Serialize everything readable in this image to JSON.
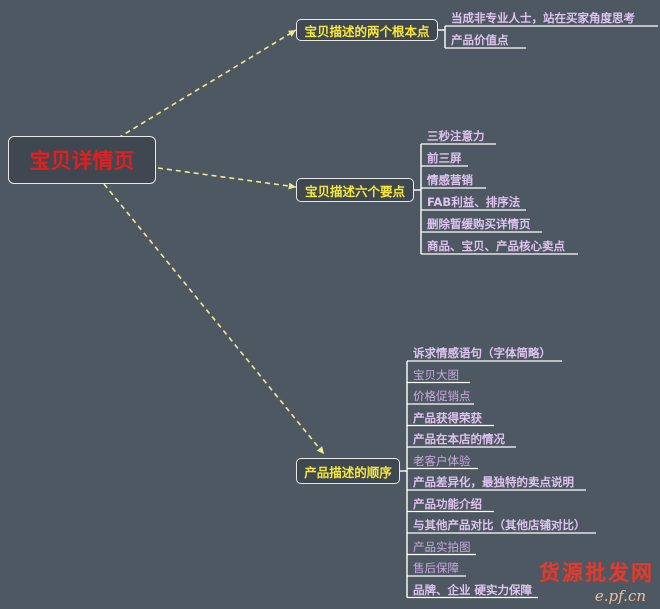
{
  "root": {
    "label": "宝贝详情页"
  },
  "branches": [
    {
      "label": "宝贝描述的两个根本点",
      "leaves": [
        {
          "label": "当成非专业人士，站在买家角度思考",
          "style": "bold"
        },
        {
          "label": "产品价值点",
          "style": "bold"
        }
      ]
    },
    {
      "label": "宝贝描述六个要点",
      "leaves": [
        {
          "label": "三秒注意力",
          "style": "bold"
        },
        {
          "label": "前三屏",
          "style": "bold"
        },
        {
          "label": "情感营销",
          "style": "bold"
        },
        {
          "label": "FAB利益、排序法",
          "style": "bold"
        },
        {
          "label": "删除暂缓购买详情页",
          "style": "bold"
        },
        {
          "label": "商品、宝贝、产品核心卖点",
          "style": "bold"
        }
      ]
    },
    {
      "label": "产品描述的顺序",
      "leaves": [
        {
          "label": "诉求情感语句（字体简略）",
          "style": "bold"
        },
        {
          "label": "宝贝大图",
          "style": "light"
        },
        {
          "label": "价格促销点",
          "style": "light"
        },
        {
          "label": "产品获得荣获",
          "style": "bold"
        },
        {
          "label": "产品在本店的情况",
          "style": "bold"
        },
        {
          "label": "老客户体验",
          "style": "light"
        },
        {
          "label": "产品差异化，最独特的卖点说明",
          "style": "bold"
        },
        {
          "label": "产品功能介绍",
          "style": "bold"
        },
        {
          "label": "与其他产品对比（其他店铺对比）",
          "style": "bold"
        },
        {
          "label": "产品实拍图",
          "style": "light"
        },
        {
          "label": "售后保障",
          "style": "light"
        },
        {
          "label": "品牌、企业 硬实力保障",
          "style": "bold"
        }
      ]
    }
  ],
  "watermark": {
    "text": "货源批发网",
    "url": "e.pf.cn"
  },
  "colors": {
    "background": "#4e5862",
    "connector": "#f0ea8e",
    "branch_text": "#f4e63a",
    "root_text": "#e02020",
    "leaf_text": "#dec3ee"
  }
}
